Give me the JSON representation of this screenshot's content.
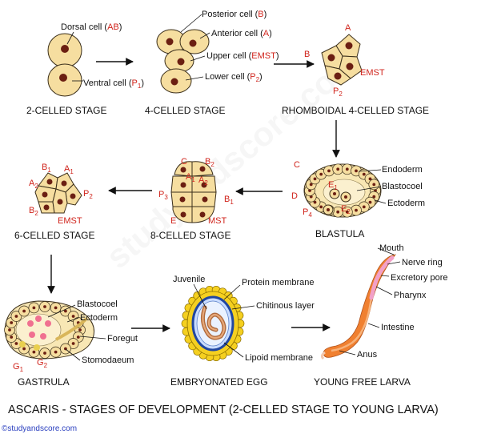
{
  "title": "ASCARIS - STAGES OF DEVELOPMENT (2-CELLED STAGE TO YOUNG LARVA)",
  "credit": "©studyandscore.com",
  "watermark": "studyandscore.com",
  "colors": {
    "cell_fill": "#f6dea0",
    "nucleus": "#6b1f12",
    "label_red": "#d0241c",
    "larva": "#f08030",
    "pharynx": "#f2a0c8",
    "membrane": "#f5d020",
    "credit": "#2a3fbf"
  },
  "stages": {
    "two_celled": {
      "name": "2-CELLED STAGE",
      "dorsal": {
        "text": "Dorsal cell (",
        "code": "AB",
        "end": ")"
      },
      "ventral": {
        "text": "Ventral cell (",
        "code": "P",
        "sub": "1",
        "end": ")"
      }
    },
    "four_celled": {
      "name": "4-CELLED STAGE",
      "posterior": {
        "text": "Posterior cell (",
        "code": "B",
        "end": ")"
      },
      "anterior": {
        "text": "Anterior cell (",
        "code": "A",
        "end": ")"
      },
      "upper": {
        "text": "Upper cell (",
        "code": "EMST",
        "end": ")"
      },
      "lower": {
        "text": "Lower cell (",
        "code": "P",
        "sub": "2",
        "end": ")"
      }
    },
    "rhomboidal": {
      "name": "RHOMBOIDAL 4-CELLED STAGE",
      "a": "A",
      "b": "B",
      "emst": "EMST",
      "p": "P",
      "p_sub": "2"
    },
    "blastula": {
      "name": "BLASTULA",
      "endoderm": "Endoderm",
      "blastocoel": "Blastocoel",
      "ectoderm": "Ectoderm",
      "c": "C",
      "d": "D",
      "e1": "E",
      "e1_sub": "1",
      "e2": "E",
      "e2_sub": "2",
      "p4": "P",
      "p4_sub": "4"
    },
    "eight_celled": {
      "name": "8-CELLED STAGE",
      "c": "C",
      "b2": "B",
      "b2_sub": "2",
      "a1": "A",
      "a1_sub": "1",
      "a2": "A",
      "a2_sub": "2",
      "p3": "P",
      "p3_sub": "3",
      "b1": "B",
      "b1_sub": "1",
      "e": "E",
      "mst": "MST"
    },
    "six_celled": {
      "name": "6-CELLED STAGE",
      "b1": "B",
      "b1_sub": "1",
      "a1": "A",
      "a1_sub": "1",
      "a2": "A",
      "a2_sub": "2",
      "p2": "P",
      "p2_sub": "2",
      "b2": "B",
      "b2_sub": "2",
      "emst": "EMST"
    },
    "gastrula": {
      "name": "GASTRULA",
      "blastocoel": "Blastocoel",
      "ectoderm": "Ectoderm",
      "foregut": "Foregut",
      "stomodaeum": "Stomodaeum",
      "g1": "G",
      "g1_sub": "1",
      "g2": "G",
      "g2_sub": "2"
    },
    "egg": {
      "name": "EMBRYONATED EGG",
      "juvenile": "Juvenile",
      "protein": "Protein membrane",
      "chitinous": "Chitinous layer",
      "lipoid": "Lipoid  membrane"
    },
    "larva": {
      "name": "YOUNG FREE LARVA",
      "mouth": "Mouth",
      "nerve_ring": "Nerve ring",
      "excretory_pore": "Excretory pore",
      "pharynx": "Pharynx",
      "intestine": "Intestine",
      "anus": "Anus"
    }
  }
}
